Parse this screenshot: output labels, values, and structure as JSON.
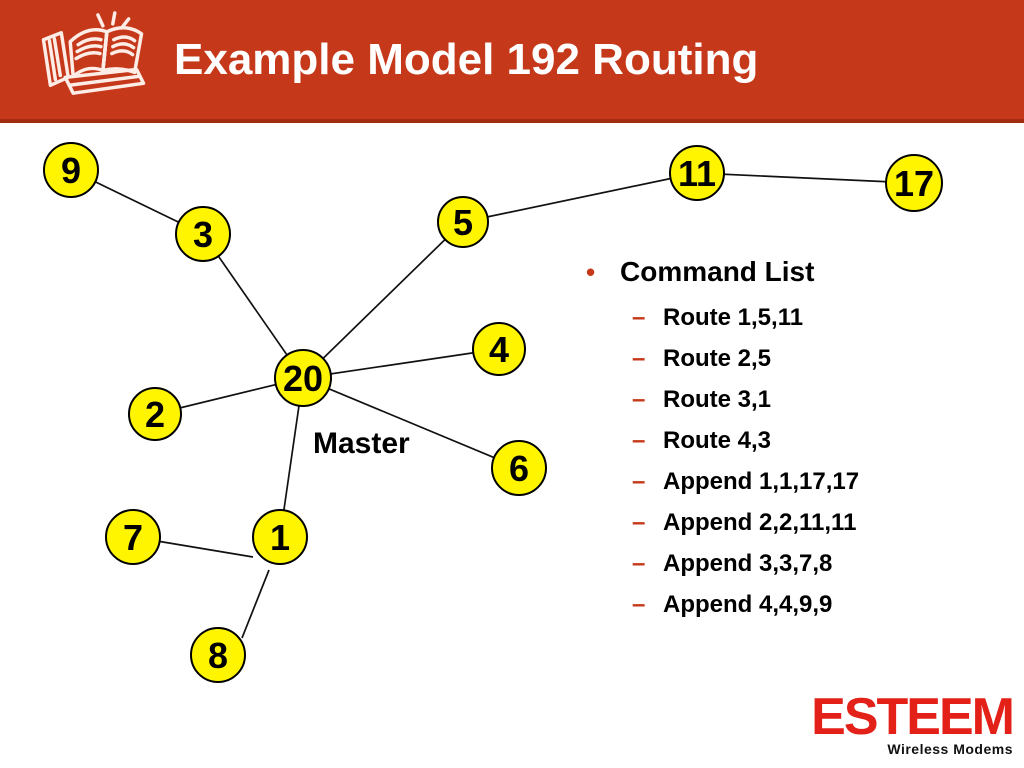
{
  "slide": {
    "title": "Example Model 192 Routing",
    "header_icon": "books-icon",
    "colors": {
      "header_background": "#C6381A",
      "header_edge": "#A32C10",
      "accent_red": "#C6381A",
      "node_fill": "#FFF500",
      "node_stroke": "#000000",
      "logo_red": "#E32119"
    }
  },
  "graph": {
    "master_label": "Master",
    "nodes": [
      {
        "label": "9"
      },
      {
        "label": "3"
      },
      {
        "label": "5"
      },
      {
        "label": "11"
      },
      {
        "label": "17"
      },
      {
        "label": "4"
      },
      {
        "label": "20"
      },
      {
        "label": "2"
      },
      {
        "label": "6"
      },
      {
        "label": "7"
      },
      {
        "label": "1"
      },
      {
        "label": "8"
      }
    ],
    "edges": [
      "9-3",
      "3-20",
      "5-20",
      "5-11",
      "11-17",
      "20-4",
      "20-2",
      "20-6",
      "20-1",
      "7-1",
      "1-8"
    ]
  },
  "command_list": {
    "bullet_glyph": "•",
    "dash_glyph": "–",
    "title": "Command List",
    "items": [
      "Route 1,5,11",
      "Route 2,5",
      "Route 3,1",
      "Route 4,3",
      "Append 1,1,17,17",
      "Append 2,2,11,11",
      "Append 3,3,7,8",
      "Append 4,4,9,9"
    ]
  },
  "logo": {
    "brand": "ESTEEM",
    "tagline": "Wireless Modems"
  }
}
